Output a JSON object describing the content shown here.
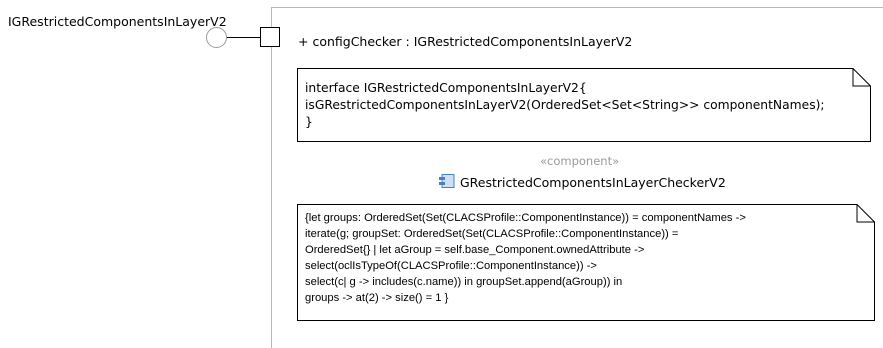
{
  "interface": {
    "name": "IGRestrictedComponentsInLayerV2"
  },
  "attribute": {
    "text": "+ configChecker : IGRestrictedComponentsInLayerV2"
  },
  "notes": [
    {
      "lines": [
        "interface IGRestrictedComponentsInLayerV2{",
        "isGRestrictedComponentsInLayerV2(OrderedSet<Set<String>> componentNames);",
        "}"
      ]
    },
    {
      "lines": [
        "{let groups: OrderedSet(Set(CLACSProfile::ComponentInstance)) = componentNames ->",
        "iterate(g; groupSet: OrderedSet(Set(CLACSProfile::ComponentInstance)) =",
        "OrderedSet{} | let aGroup = self.base_Component.ownedAttribute ->",
        "select(oclIsTypeOf(CLACSProfile::ComponentInstance)) ->",
        "select(c| g -> includes(c.name)) in groupSet.append(aGroup)) in",
        "groups -> at(2) -> size() = 1 }"
      ]
    }
  ],
  "component": {
    "stereotype": "«component»",
    "name": "GRestrictedComponentsInLayerCheckerV2",
    "icon": "component-icon"
  },
  "colors": {
    "frame": "#b8b8b8",
    "stereotype": "#9a9a9a",
    "icon_blue": "#4a7fc1"
  }
}
